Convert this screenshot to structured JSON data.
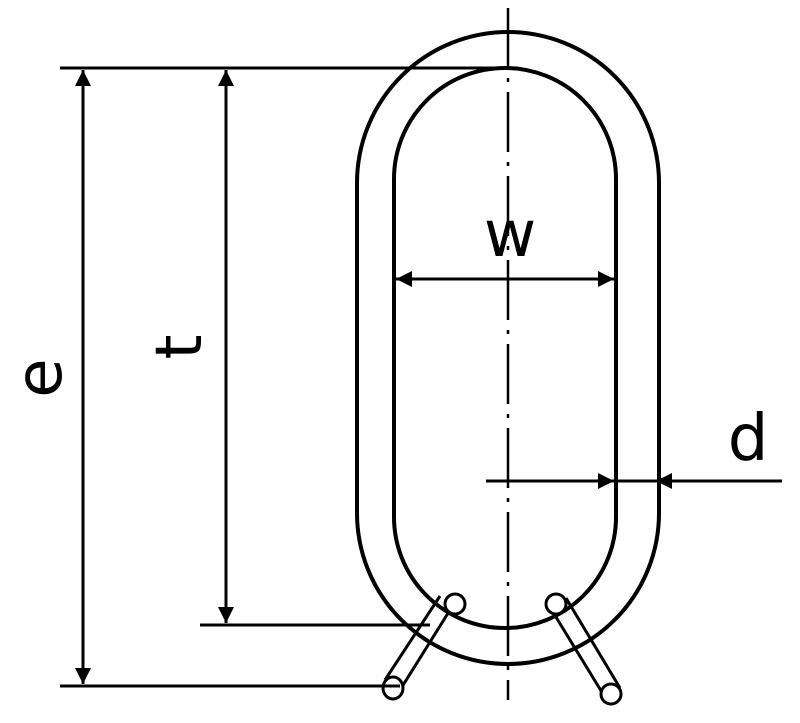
{
  "diagram": {
    "labels": {
      "e": "e",
      "t": "t",
      "w": "w",
      "d": "d"
    },
    "colors": {
      "ink": "#000000",
      "paper": "#ffffff"
    }
  }
}
